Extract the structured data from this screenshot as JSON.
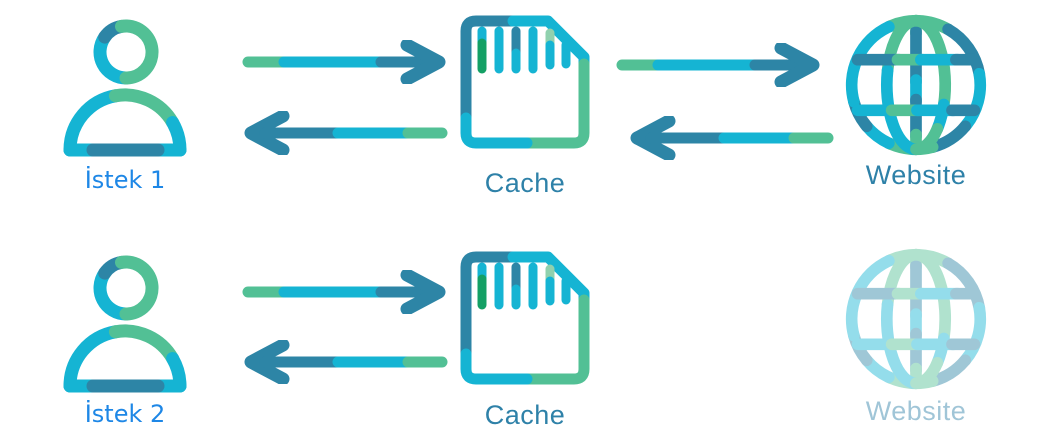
{
  "colors": {
    "cyan": "#15b4d3",
    "steel": "#2d85a6",
    "green": "#52c095",
    "emerald": "#14a065",
    "light_green": "#90d1ae",
    "request_label": "#1e87e6",
    "node_label": "#2e81a8",
    "bg": "#ffffff"
  },
  "icons": {
    "user": "person-icon",
    "cache": "memory-card-icon",
    "website": "globe-icon",
    "request": "arrow-right-icon",
    "response": "arrow-left-icon"
  },
  "rows": [
    {
      "user_label": "İstek 1",
      "cache_label": "Cache",
      "website_label": "Website",
      "website_state": "active",
      "flows": [
        "user-to-cache",
        "cache-to-user",
        "cache-to-website",
        "website-to-cache"
      ]
    },
    {
      "user_label": "İstek 2",
      "cache_label": "Cache",
      "website_label": "Website",
      "website_state": "faded",
      "flows": [
        "user-to-cache",
        "cache-to-user"
      ]
    }
  ]
}
